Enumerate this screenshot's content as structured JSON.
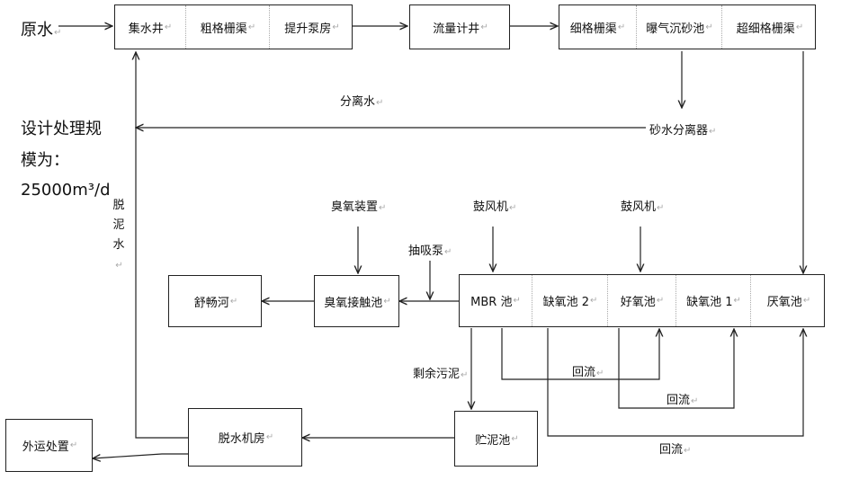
{
  "raw_water": "原水",
  "top_row": {
    "box1": [
      "集水井",
      "粗格栅渠",
      "提升泵房"
    ],
    "flow_well": "流量计井",
    "box3": [
      "细格栅渠",
      "曝气沉砂池",
      "超细格栅渠"
    ]
  },
  "separated_water": "分离水",
  "sand_separator": "砂水分离器",
  "design_capacity": {
    "line1": "设计处理规",
    "line2": "模为：",
    "line3": "25000m³/d"
  },
  "dewatering_water": [
    "脱",
    "泥",
    "水"
  ],
  "ozone_device": "臭氧装置",
  "blower1": "鼓风机",
  "blower2": "鼓风机",
  "suction_pump": "抽吸泵",
  "river": "舒畅河",
  "ozone_contact": "臭氧接触池",
  "process_row": [
    "MBR 池",
    "缺氧池 2",
    "好氧池",
    "缺氧池 1",
    "厌氧池"
  ],
  "excess_sludge": "剩余污泥",
  "reflux": [
    "回流",
    "回流",
    "回流"
  ],
  "sludge_tank": "贮泥池",
  "dewatering_room": "脱水机房",
  "external_disposal": "外运处置",
  "paragraph_mark": "↵"
}
